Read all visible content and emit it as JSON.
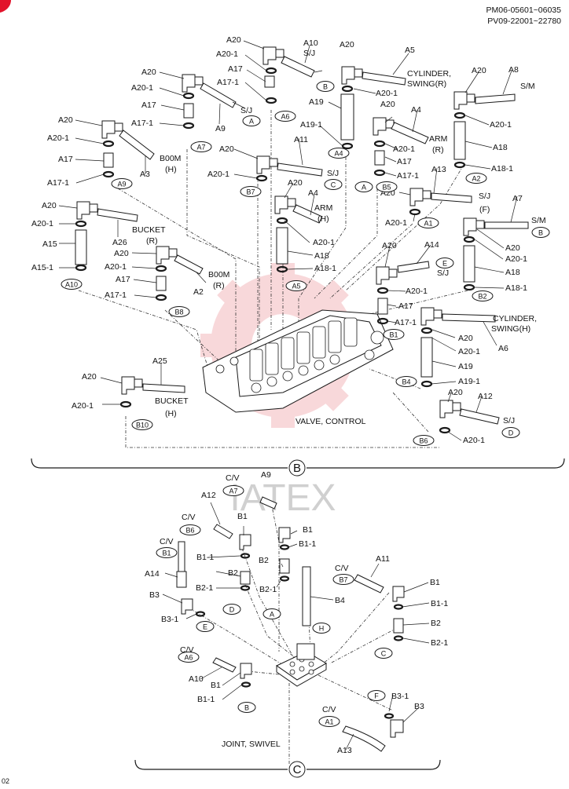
{
  "header": {
    "line1": "PM06-05601~06035",
    "line2": "PV09-22001~22780"
  },
  "page_number": "02",
  "watermark": "IATEX",
  "section_b": {
    "id": "B",
    "valve_label": "VALVE, CONTROL",
    "labels": [
      {
        "key": "l01",
        "text": "A20"
      },
      {
        "key": "l02",
        "text": "A20-1"
      },
      {
        "key": "l03",
        "text": "A17"
      },
      {
        "key": "l04",
        "text": "A17-1"
      },
      {
        "key": "l05",
        "text": "A10"
      },
      {
        "key": "l06",
        "text": "S/J"
      },
      {
        "key": "l07",
        "text": "A20"
      },
      {
        "key": "l08",
        "text": "A5"
      },
      {
        "key": "l09",
        "text": "CYLINDER,"
      },
      {
        "key": "l10",
        "text": "SWING(R)"
      },
      {
        "key": "l11",
        "text": "A20-1"
      },
      {
        "key": "l12",
        "text": "A19"
      },
      {
        "key": "l13",
        "text": "A19-1"
      },
      {
        "key": "l14",
        "text": "A20"
      },
      {
        "key": "l15",
        "text": "A8"
      },
      {
        "key": "l16",
        "text": "S/M"
      },
      {
        "key": "l17",
        "text": "A20-1"
      },
      {
        "key": "l18",
        "text": "A18"
      },
      {
        "key": "l19",
        "text": "A18-1"
      },
      {
        "key": "l20",
        "text": "A20"
      },
      {
        "key": "l21",
        "text": "A4"
      },
      {
        "key": "l22",
        "text": "ARM"
      },
      {
        "key": "l23",
        "text": "(R)"
      },
      {
        "key": "l24",
        "text": "A20-1"
      },
      {
        "key": "l25",
        "text": "A17"
      },
      {
        "key": "l26",
        "text": "A17-1"
      },
      {
        "key": "l27",
        "text": "A20"
      },
      {
        "key": "l28",
        "text": "A20-1"
      },
      {
        "key": "l29",
        "text": "A17"
      },
      {
        "key": "l30",
        "text": "A17-1"
      },
      {
        "key": "l31",
        "text": "A9"
      },
      {
        "key": "l32",
        "text": "S/J"
      },
      {
        "key": "l33",
        "text": "A20"
      },
      {
        "key": "l34",
        "text": "A20-1"
      },
      {
        "key": "l35",
        "text": "A17"
      },
      {
        "key": "l36",
        "text": "A17-1"
      },
      {
        "key": "l37",
        "text": "A3"
      },
      {
        "key": "l38",
        "text": "B00M"
      },
      {
        "key": "l39",
        "text": "(H)"
      },
      {
        "key": "l40",
        "text": "A20"
      },
      {
        "key": "l41",
        "text": "A11"
      },
      {
        "key": "l42",
        "text": "A20-1"
      },
      {
        "key": "l43",
        "text": "S/J"
      },
      {
        "key": "l44",
        "text": "A20"
      },
      {
        "key": "l45",
        "text": "A4"
      },
      {
        "key": "l46",
        "text": "ARM"
      },
      {
        "key": "l47",
        "text": "(H)"
      },
      {
        "key": "l48",
        "text": "A20-1"
      },
      {
        "key": "l49",
        "text": "A18"
      },
      {
        "key": "l50",
        "text": "A18-1"
      },
      {
        "key": "l51",
        "text": "A13"
      },
      {
        "key": "l52",
        "text": "A20"
      },
      {
        "key": "l53",
        "text": "S/J"
      },
      {
        "key": "l54",
        "text": "(F)"
      },
      {
        "key": "l55",
        "text": "A20-1"
      },
      {
        "key": "l56",
        "text": "A7"
      },
      {
        "key": "l57",
        "text": "S/M"
      },
      {
        "key": "l58",
        "text": "A20"
      },
      {
        "key": "l59",
        "text": "A20-1"
      },
      {
        "key": "l60",
        "text": "A18"
      },
      {
        "key": "l61",
        "text": "A18-1"
      },
      {
        "key": "l62",
        "text": "A20"
      },
      {
        "key": "l63",
        "text": "A14"
      },
      {
        "key": "l64",
        "text": "S/J"
      },
      {
        "key": "l65",
        "text": "A20-1"
      },
      {
        "key": "l66",
        "text": "A17"
      },
      {
        "key": "l67",
        "text": "A17-1"
      },
      {
        "key": "l68",
        "text": "CYLINDER,"
      },
      {
        "key": "l69",
        "text": "SWING(H)"
      },
      {
        "key": "l70",
        "text": "A20"
      },
      {
        "key": "l71",
        "text": "A20-1"
      },
      {
        "key": "l72",
        "text": "A6"
      },
      {
        "key": "l73",
        "text": "A19"
      },
      {
        "key": "l74",
        "text": "A19-1"
      },
      {
        "key": "l75",
        "text": "A20"
      },
      {
        "key": "l76",
        "text": "A12"
      },
      {
        "key": "l77",
        "text": "S/J"
      },
      {
        "key": "l78",
        "text": "A20-1"
      },
      {
        "key": "l79",
        "text": "A20"
      },
      {
        "key": "l80",
        "text": "A20-1"
      },
      {
        "key": "l81",
        "text": "A26"
      },
      {
        "key": "l82",
        "text": "BUCKET"
      },
      {
        "key": "l83",
        "text": "(R)"
      },
      {
        "key": "l84",
        "text": "A15"
      },
      {
        "key": "l85",
        "text": "A15-1"
      },
      {
        "key": "l86",
        "text": "A20"
      },
      {
        "key": "l87",
        "text": "A20-1"
      },
      {
        "key": "l88",
        "text": "A17"
      },
      {
        "key": "l89",
        "text": "A17-1"
      },
      {
        "key": "l90",
        "text": "B00M"
      },
      {
        "key": "l91",
        "text": "(R)"
      },
      {
        "key": "l92",
        "text": "A2"
      },
      {
        "key": "l93",
        "text": "A20"
      },
      {
        "key": "l94",
        "text": "A25"
      },
      {
        "key": "l95",
        "text": "A20-1"
      },
      {
        "key": "l96",
        "text": "BUCKET"
      },
      {
        "key": "l97",
        "text": "(H)"
      }
    ],
    "bubbles": [
      {
        "key": "b01",
        "text": "B"
      },
      {
        "key": "b02",
        "text": "A6"
      },
      {
        "key": "b03",
        "text": "A"
      },
      {
        "key": "b04",
        "text": "A7"
      },
      {
        "key": "b05",
        "text": "A"
      },
      {
        "key": "b06",
        "text": "A4"
      },
      {
        "key": "b07",
        "text": "A2"
      },
      {
        "key": "b08",
        "text": "A9"
      },
      {
        "key": "b09",
        "text": "C"
      },
      {
        "key": "b10",
        "text": "B7"
      },
      {
        "key": "b11",
        "text": "B5"
      },
      {
        "key": "b12",
        "text": "A1"
      },
      {
        "key": "b13",
        "text": "B"
      },
      {
        "key": "b14",
        "text": "E"
      },
      {
        "key": "b15",
        "text": "A10"
      },
      {
        "key": "b16",
        "text": "A5"
      },
      {
        "key": "b17",
        "text": "B2"
      },
      {
        "key": "b18",
        "text": "B8"
      },
      {
        "key": "b19",
        "text": "B1"
      },
      {
        "key": "b20",
        "text": "B4"
      },
      {
        "key": "b21",
        "text": "D"
      },
      {
        "key": "b22",
        "text": "B10"
      },
      {
        "key": "b23",
        "text": "B6"
      }
    ]
  },
  "section_c": {
    "id": "C",
    "joint_label": "JOINT, SWIVEL",
    "labels": [
      {
        "key": "m01",
        "text": "C/V"
      },
      {
        "key": "m02",
        "text": "A9"
      },
      {
        "key": "m03",
        "text": "A12"
      },
      {
        "key": "m04",
        "text": "C/V"
      },
      {
        "key": "m05",
        "text": "B1"
      },
      {
        "key": "m06",
        "text": "B1"
      },
      {
        "key": "m07",
        "text": "B1-1"
      },
      {
        "key": "m08",
        "text": "C/V"
      },
      {
        "key": "m09",
        "text": "B1-1"
      },
      {
        "key": "m10",
        "text": "A14"
      },
      {
        "key": "m11",
        "text": "B2"
      },
      {
        "key": "m12",
        "text": "B2"
      },
      {
        "key": "m13",
        "text": "B2-1"
      },
      {
        "key": "m14",
        "text": "B2-1"
      },
      {
        "key": "m15",
        "text": "B4"
      },
      {
        "key": "m16",
        "text": "B3"
      },
      {
        "key": "m17",
        "text": "B3-1"
      },
      {
        "key": "m18",
        "text": "C/V"
      },
      {
        "key": "m19",
        "text": "A11"
      },
      {
        "key": "m20",
        "text": "B1"
      },
      {
        "key": "m21",
        "text": "B1-1"
      },
      {
        "key": "m22",
        "text": "B2"
      },
      {
        "key": "m23",
        "text": "B2-1"
      },
      {
        "key": "m24",
        "text": "C/V"
      },
      {
        "key": "m25",
        "text": "A10"
      },
      {
        "key": "m26",
        "text": "B1"
      },
      {
        "key": "m27",
        "text": "B1-1"
      },
      {
        "key": "m28",
        "text": "B3-1"
      },
      {
        "key": "m29",
        "text": "B3"
      },
      {
        "key": "m30",
        "text": "C/V"
      },
      {
        "key": "m31",
        "text": "A13"
      }
    ],
    "bubbles": [
      {
        "key": "c01",
        "text": "A7"
      },
      {
        "key": "c02",
        "text": "B6"
      },
      {
        "key": "c03",
        "text": "B1"
      },
      {
        "key": "c04",
        "text": "D"
      },
      {
        "key": "c05",
        "text": "A"
      },
      {
        "key": "c06",
        "text": "H"
      },
      {
        "key": "c07",
        "text": "E"
      },
      {
        "key": "c08",
        "text": "B7"
      },
      {
        "key": "c09",
        "text": "C"
      },
      {
        "key": "c10",
        "text": "A6"
      },
      {
        "key": "c11",
        "text": "F"
      },
      {
        "key": "c12",
        "text": "B"
      },
      {
        "key": "c13",
        "text": "A1"
      }
    ]
  },
  "colors": {
    "ink": "#1a1a1a",
    "watermark": "#f3b9bd",
    "accent": "#e2132b"
  }
}
